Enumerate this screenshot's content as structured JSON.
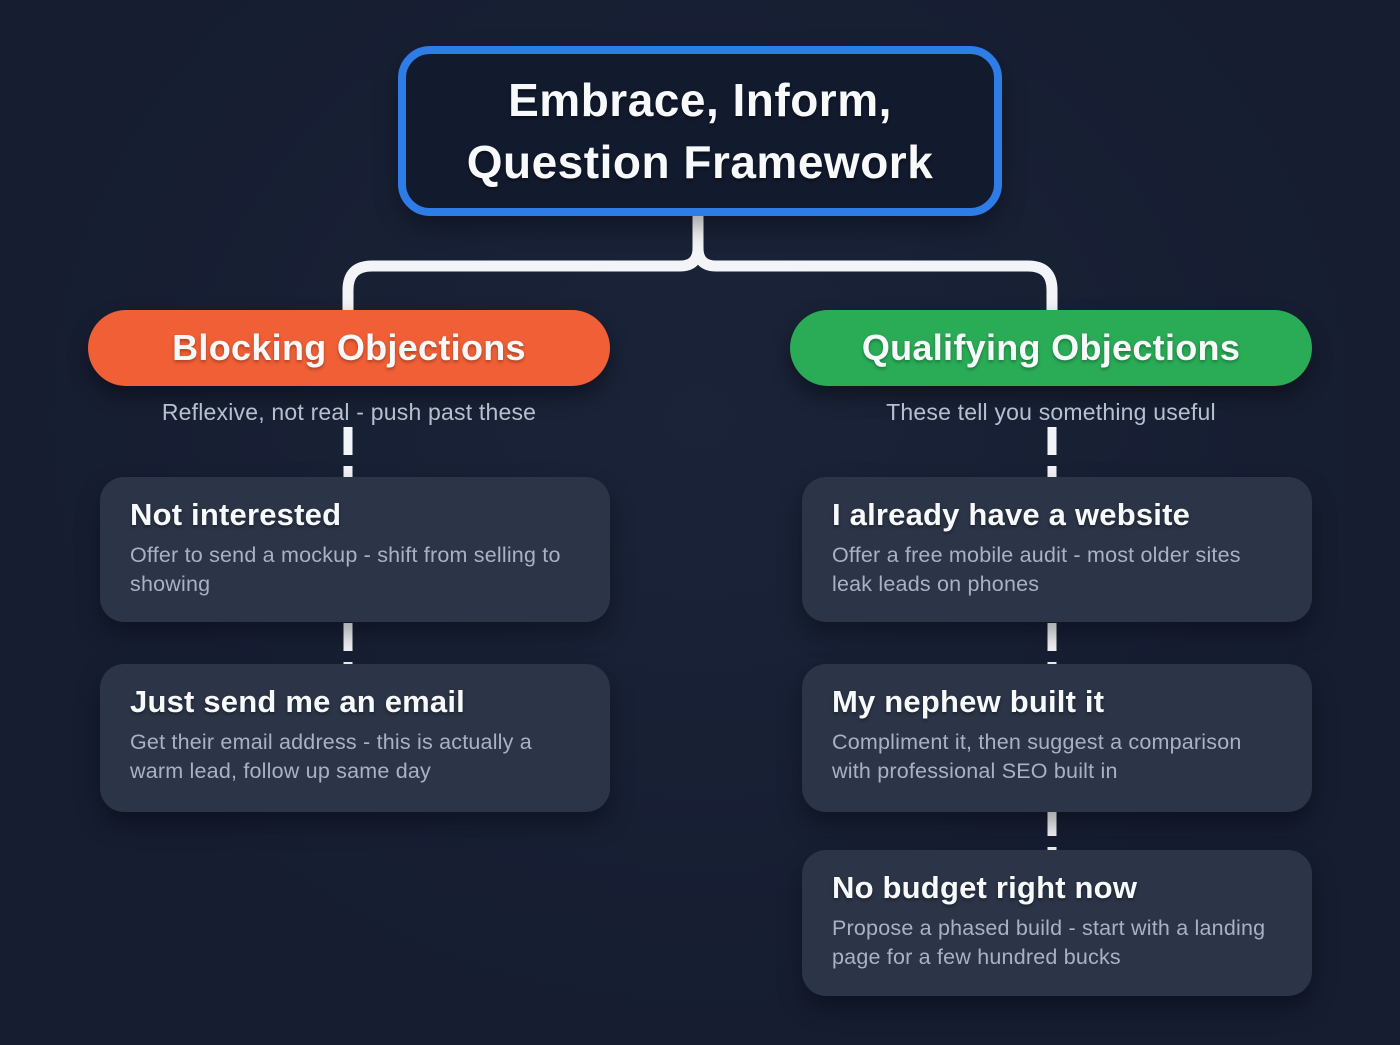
{
  "title": {
    "line1": "Embrace, Inform,",
    "line2": "Question Framework"
  },
  "columns": [
    {
      "header": "Blocking Objections",
      "subtitle": "Reflexive, not real - push past these",
      "cards": [
        {
          "title": "Not interested",
          "body": "Offer to send a mockup - shift from selling to showing"
        },
        {
          "title": "Just send me an email",
          "body": "Get their email address - this is actually a warm lead, follow up same day"
        }
      ]
    },
    {
      "header": "Qualifying Objections",
      "subtitle": "These tell you something useful",
      "cards": [
        {
          "title": "I already have a website",
          "body": "Offer a free mobile audit - most older sites leak leads on phones"
        },
        {
          "title": "My nephew built it",
          "body": "Compliment it, then suggest a comparison with professional SEO built in"
        },
        {
          "title": "No budget right now",
          "body": "Propose a phased build - start with a landing page for a few hundred bucks"
        }
      ]
    }
  ],
  "colors": {
    "background": "#161d31",
    "panel": "#2b3547",
    "title_bg": "#121a2e",
    "title_border": "#2e7ce6",
    "accent_orange": "#f05f36",
    "accent_green": "#2aab56",
    "connector": "#f2f4f7",
    "white_text": "#f7f9fb",
    "subtitle_text": "#b7c0ce",
    "body_text": "#a8b2c3"
  }
}
